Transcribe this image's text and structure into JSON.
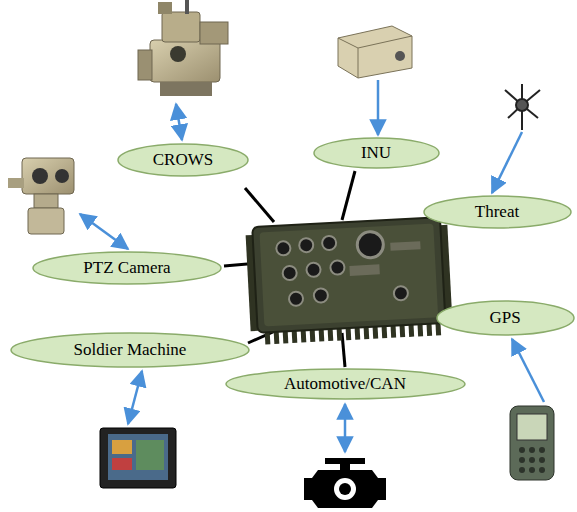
{
  "diagram": {
    "nodes": [
      {
        "text": [
          "CROWS"
        ]
      },
      {
        "text": [
          "INU"
        ]
      },
      {
        "text": [
          "Threat"
        ]
      },
      {
        "text": [
          "PTZ Camera"
        ]
      },
      {
        "text": [
          "GPS"
        ]
      },
      {
        "text": [
          "Soldier Machine"
        ]
      },
      {
        "text": [
          "Automotive/CAN"
        ]
      }
    ]
  }
}
